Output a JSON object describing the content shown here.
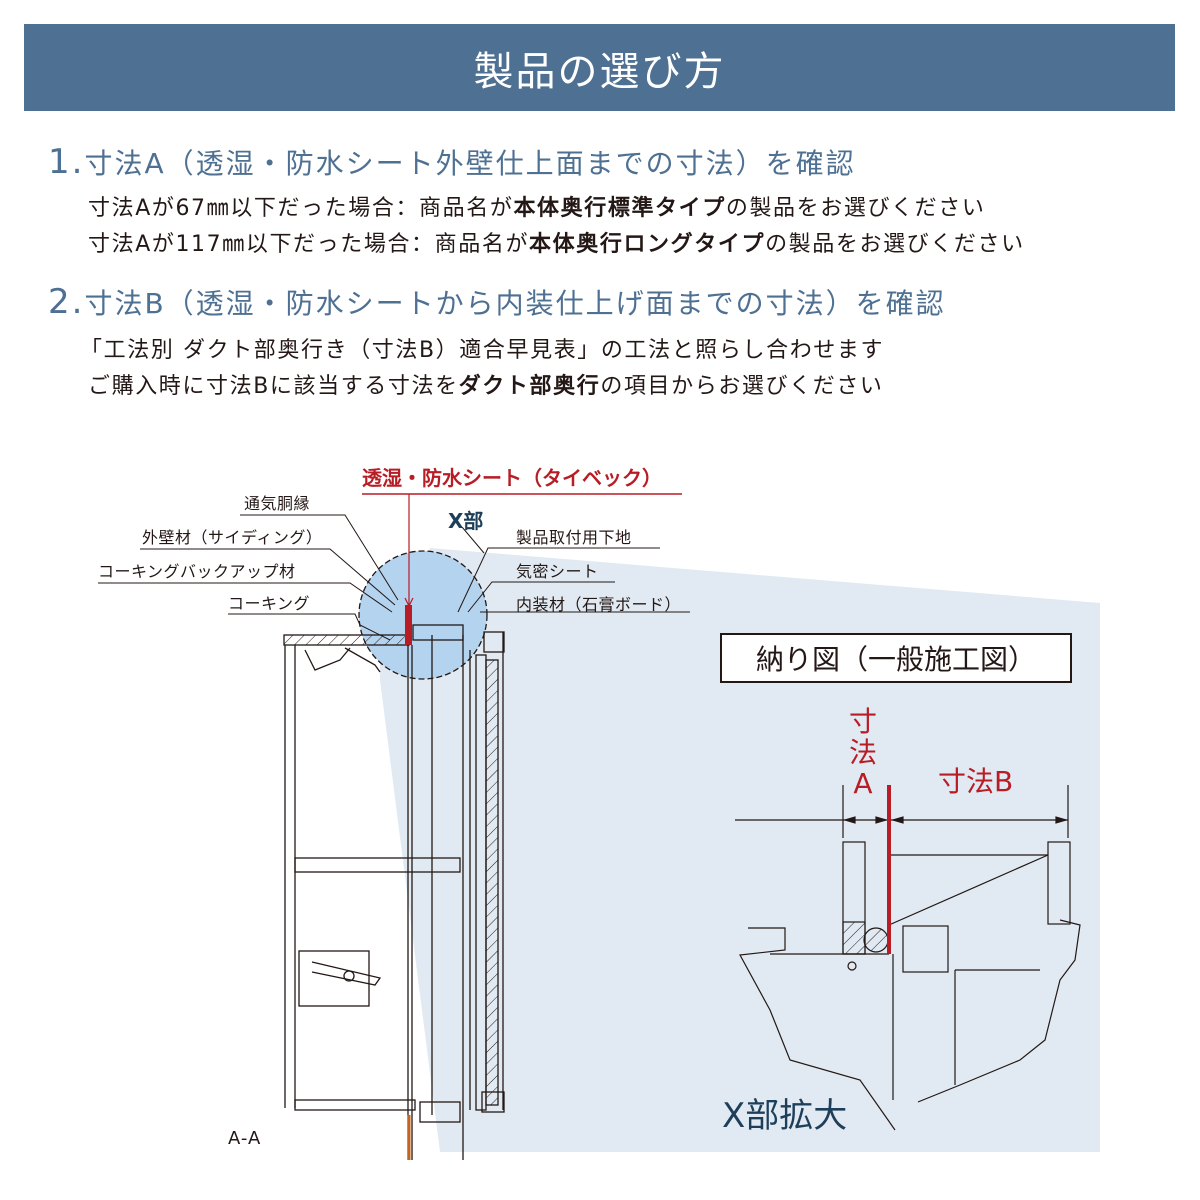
{
  "header": {
    "title": "製品の選び方",
    "color": "#4e7092"
  },
  "steps": [
    {
      "number": "1.",
      "title": "寸法A（透湿・防水シート外壁仕上面までの寸法）を確認",
      "lines": [
        {
          "pre": "寸法Aが67㎜以下だった場合：商品名が",
          "bold": "本体奥行標準タイプ",
          "post": "の製品をお選びください"
        },
        {
          "pre": "寸法Aが117㎜以下だった場合：商品名が",
          "bold": "本体奥行ロングタイプ",
          "post": "の製品をお選びください"
        }
      ]
    },
    {
      "number": "2.",
      "title": "寸法B（透湿・防水シートから内装仕上げ面までの寸法）を確認",
      "lines": [
        {
          "pre": "「工法別 ダクト部奥行き（寸法B）適合早見表」の工法と照らし合わせます",
          "bold": "",
          "post": ""
        },
        {
          "pre": "ご購入時に寸法Bに該当する寸法を",
          "bold": "ダクト部奥行",
          "post": "の項目からお選びください"
        }
      ]
    }
  ],
  "diagram": {
    "sheet_label": "透湿・防水シート（タイベック）",
    "x_part": "X部",
    "left_labels": [
      "通気胴縁",
      "外壁材（サイディング）",
      "コーキングバックアップ材",
      "コーキング"
    ],
    "right_labels": [
      "製品取付用下地",
      "気密シート",
      "内装材（石膏ボード）"
    ],
    "section_label": "A-A",
    "detail_title": "納り図（一般施工図）",
    "dim_a": "寸\n法\nA",
    "dim_a_chars": [
      "寸",
      "法",
      "A"
    ],
    "dim_b": "寸法B",
    "enlarged_label": "X部拡大",
    "colors": {
      "sheet_red": "#b81c25",
      "circle_fill": "#b3d3ef",
      "panel_fill": "#e1eaf2",
      "label_navy": "#1e3f5a"
    }
  }
}
